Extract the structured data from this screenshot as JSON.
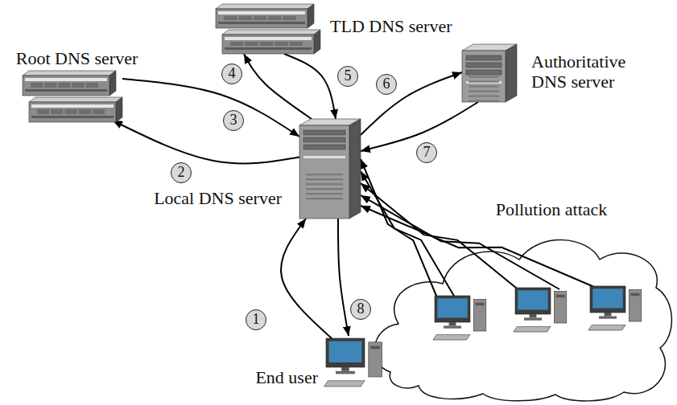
{
  "diagram": {
    "nodes": [
      {
        "text": [
          "TLD DNS server"
        ]
      },
      {
        "text": [
          "Root DNS server"
        ]
      },
      {
        "text": [
          "Authoritative DNS server"
        ]
      },
      {
        "text": [
          "Local DNS server"
        ]
      },
      {
        "text": [
          "Pollution attack"
        ]
      },
      {
        "text": [
          "End user"
        ]
      }
    ],
    "edges": [
      {
        "from": 5,
        "to": 3,
        "label": "1",
        "arrow": "to"
      },
      {
        "from": 3,
        "to": 1,
        "label": "2",
        "arrow": "to"
      },
      {
        "from": 1,
        "to": 3,
        "label": "3",
        "arrow": "to"
      },
      {
        "from": 3,
        "to": 0,
        "label": "4",
        "arrow": "to"
      },
      {
        "from": 0,
        "to": 3,
        "label": "5",
        "arrow": "to"
      },
      {
        "from": 3,
        "to": 2,
        "label": "6",
        "arrow": "to"
      },
      {
        "from": 2,
        "to": 3,
        "label": "7",
        "arrow": "to"
      },
      {
        "from": 3,
        "to": 5,
        "label": "8",
        "arrow": "to"
      },
      {
        "from": 4,
        "to": 3,
        "arrow": "to"
      },
      {
        "from": 4,
        "to": 3,
        "arrow": "to"
      },
      {
        "from": 4,
        "to": 3,
        "arrow": "to"
      },
      {
        "from": 4,
        "to": 3,
        "arrow": "to"
      },
      {
        "from": 4,
        "to": 3,
        "arrow": "to"
      }
    ]
  }
}
